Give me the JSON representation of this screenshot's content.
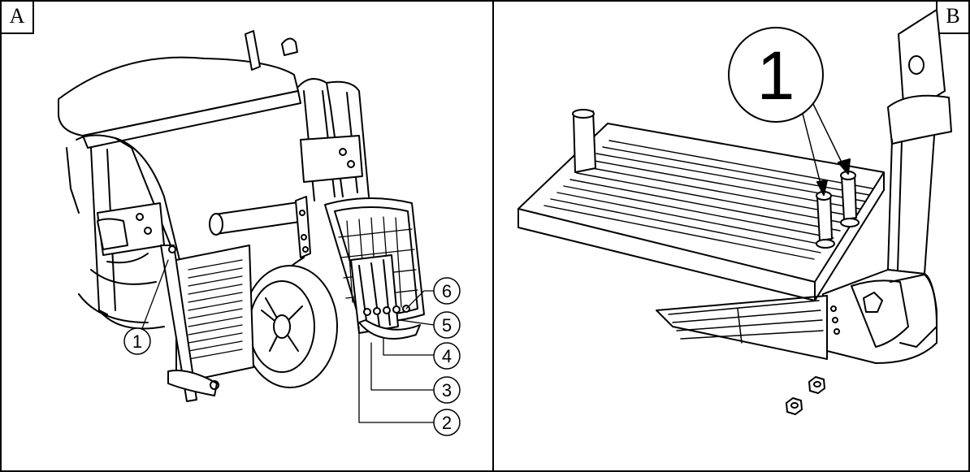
{
  "panels": [
    {
      "label": "A",
      "callouts": [
        "1",
        "2",
        "3",
        "4",
        "5",
        "6"
      ]
    },
    {
      "label": "B",
      "callouts": [
        "1"
      ]
    }
  ]
}
